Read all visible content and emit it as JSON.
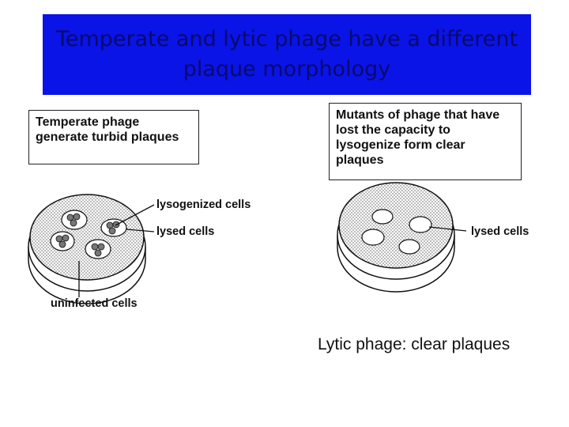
{
  "slide": {
    "title": "Temperate and lytic phage have a different\nplaque morphology",
    "caption": "Lytic phage: clear plaques"
  },
  "left_panel": {
    "box_text": "Temperate phage generate turbid plaques",
    "labels": {
      "lysogenized": "lysogenized cells",
      "lysed": "lysed cells",
      "uninfected": "uninfected cells"
    }
  },
  "right_panel": {
    "box_text": "Mutants of phage that have lost the capacity to lysogenize form clear plaques",
    "labels": {
      "lysed": "lysed cells"
    }
  },
  "colors": {
    "title_bg": "#0a14e6",
    "title_text": "#0a0a6e"
  }
}
